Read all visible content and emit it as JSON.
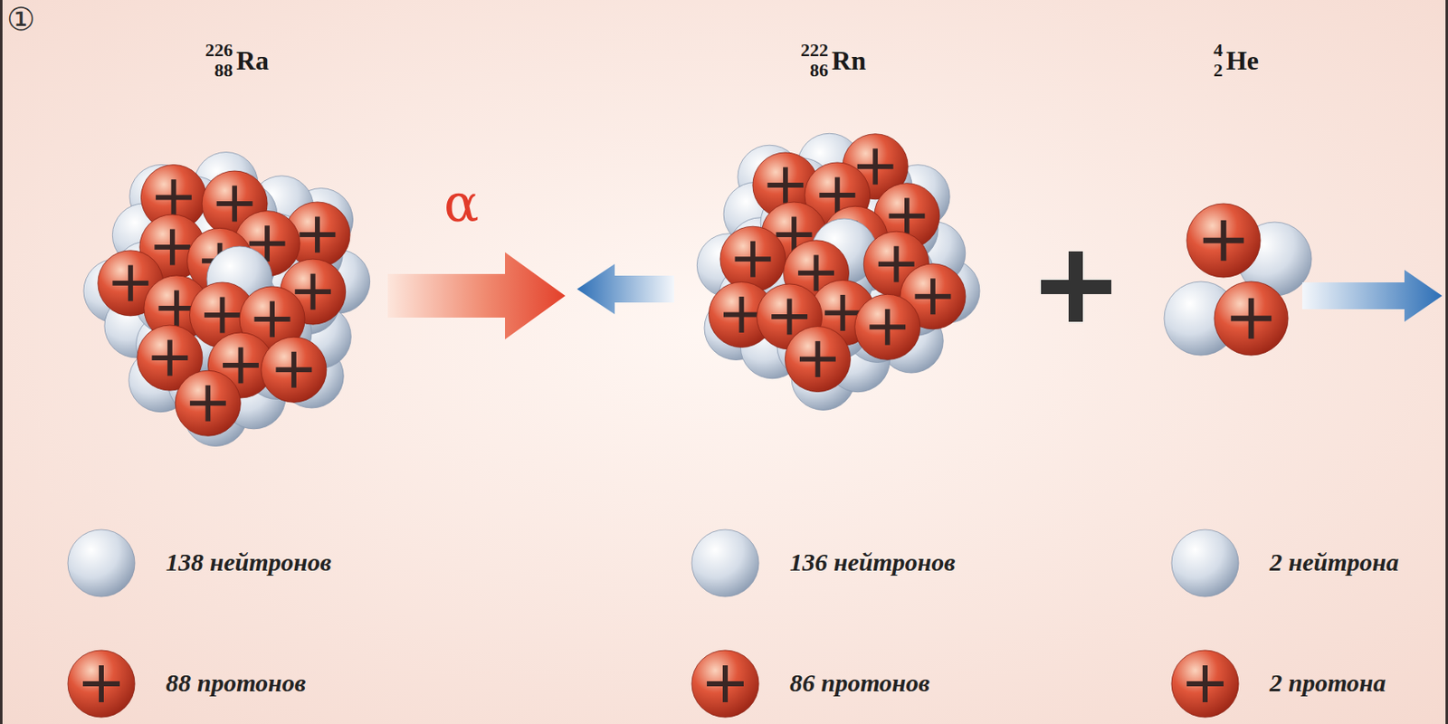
{
  "diagram": {
    "nodes": [
      {
        "text": [
          "226",
          "88",
          "Ra"
        ]
      },
      {
        "text": [
          "222",
          "86",
          "Rn"
        ]
      },
      {
        "text": [
          "4",
          "2",
          "He"
        ]
      }
    ],
    "edges": [
      {
        "from": 0,
        "to": 1,
        "arrow": "to",
        "label": "α"
      }
    ],
    "labels": [
      "①"
    ],
    "legend": [
      {
        "text": "138 нейтронов"
      },
      {
        "text": "88 протонов"
      },
      {
        "text": "136 нейтронов"
      },
      {
        "text": "86 протонов"
      },
      {
        "text": "2 нейтрона"
      },
      {
        "text": "2 протона"
      }
    ]
  }
}
